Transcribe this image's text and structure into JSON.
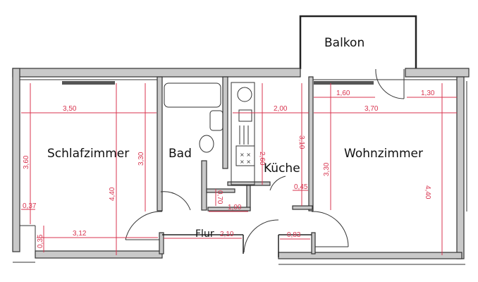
{
  "plan": {
    "rooms": {
      "balkon": "Balkon",
      "schlafzimmer": "Schlafzimmer",
      "bad": "Bad",
      "kueche": "Küche",
      "wohnzimmer": "Wohnzimmer",
      "flur": "Flur"
    },
    "dimensions": {
      "schlaf_width_top": "3,50",
      "schlaf_height_left": "3,60",
      "schlaf_height_center": "4,40",
      "schlaf_height_right": "3,30",
      "schlaf_offset": "0,37",
      "schlaf_width_bottom": "3,12",
      "schlaf_nook": "0,35",
      "kueche_width": "2,00",
      "kueche_height_left": "2,60",
      "kueche_height_right": "3,10",
      "kueche_small": "0,45",
      "flur_nook_height": "0,70",
      "flur_nook_width": "1,00",
      "flur_width": "2,10",
      "flur_right": "0,83",
      "wohn_left_segment": "1,60",
      "wohn_right_segment": "1,30",
      "wohn_width": "3,70",
      "wohn_height_left": "3,30",
      "wohn_height_right": "4,40"
    }
  }
}
